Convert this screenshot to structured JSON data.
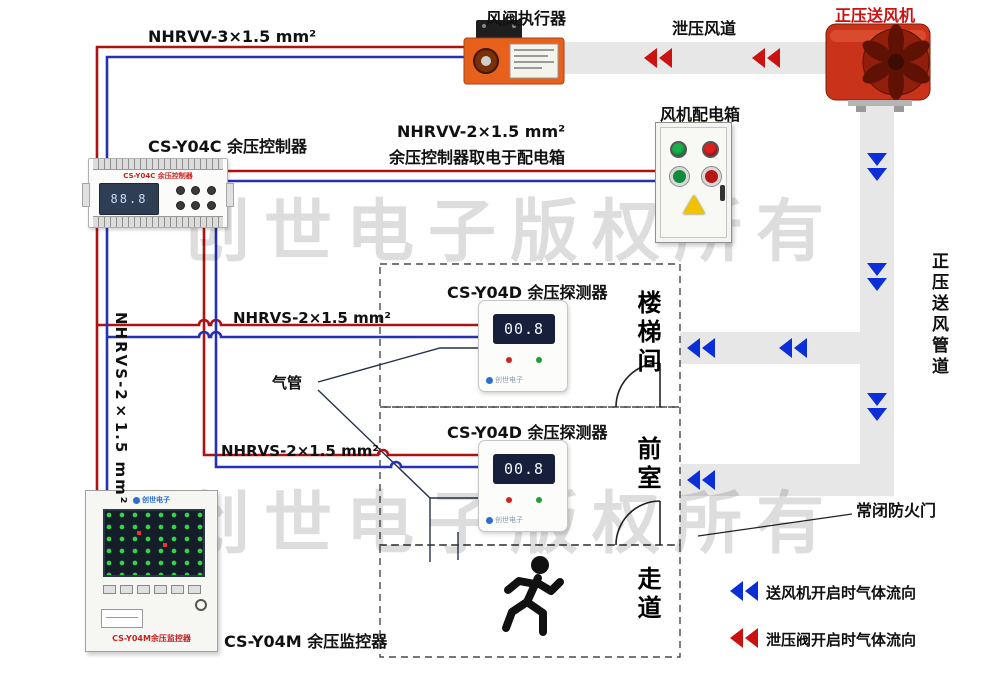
{
  "colors": {
    "wire_red": "#b01212",
    "wire_blue": "#2431b4",
    "flow_supply": "#0a2fd8",
    "flow_relief": "#cc1111",
    "duct": "#e7e7e7",
    "actuator_orange": "#e8611c"
  },
  "watermark": {
    "text": "创世电子版权所有"
  },
  "labels": {
    "cable_actuator": "NHRVV-3×1.5 mm²",
    "actuator": "风阀执行器",
    "relief_duct": "泄压风道",
    "fan": "正压送风机",
    "controller": "CS-Y04C 余压控制器",
    "cable_power": "NHRVV-2×1.5 mm²",
    "cable_power_note": "余压控制器取电于配电箱",
    "dist_box": "风机配电箱",
    "detector": "CS-Y04D 余压探测器",
    "cable_bus": "NHRVS-2×1.5 mm²",
    "air_tube": "气管",
    "monitor": "CS-Y04M 余压监控器",
    "fire_door": "常闭防火门",
    "supply_duct": "正压送风管道"
  },
  "rooms": {
    "stairwell": "楼梯间",
    "front_room": "前室",
    "corridor": "走道"
  },
  "legend": {
    "supply_flow": "送风机开启时气体流向",
    "relief_flow": "泄压阀开启时气体流向"
  },
  "devices": {
    "brand": "创世电子",
    "controller_panel_label": "CS-Y04C 余压控制器",
    "controller_display": "88.8",
    "detector_display": "00.8",
    "monitor_panel_label": "CS-Y04M余压监控器"
  }
}
